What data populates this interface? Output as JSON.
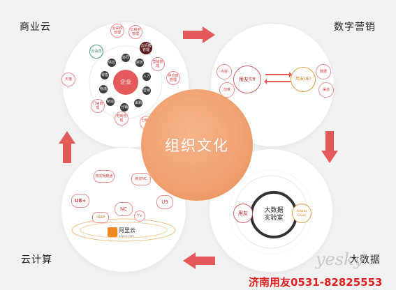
{
  "labels": {
    "top_left": "商业云",
    "top_right": "数字营销",
    "bottom_left": "云计算",
    "bottom_right": "大数据"
  },
  "center": {
    "text": "组织文化"
  },
  "commerce": {
    "core": "企业",
    "satellites": [
      "云采购管理",
      "云税务管理",
      "云招聘管理",
      "营销管理",
      "供应商管理",
      "分销管理",
      "门店管理",
      "电商管理",
      "云会员",
      "天猫"
    ],
    "inner": [
      "协同",
      "财务",
      "人力",
      "营销",
      "采购",
      "分销",
      "制造",
      "物流",
      "零售",
      "供应"
    ]
  },
  "marketing": {
    "left_brand": "用友",
    "left_brand_sub": "优普",
    "right_brand": "用友UEI",
    "left_nodes": [
      "内容",
      "创意"
    ],
    "right_nodes": [
      "数据",
      "渠道"
    ]
  },
  "bigdata": {
    "center_text": "大数据\n实验室",
    "left_brand": "用友",
    "right_brand": "Alibaba Cloud"
  },
  "cloud": {
    "brands": [
      "用友畅捷通",
      "用友NC",
      "U8+",
      "iUAP",
      "NC",
      "U9",
      "阿里云",
      "aliyun.com",
      "T+"
    ],
    "aliyun": "阿里云",
    "aliyun_url": "aliyun.com"
  },
  "watermark": "yesky",
  "footer": "济南用友0531-82825553",
  "colors": {
    "accent": "#e45a5a",
    "orange": "#f0a070",
    "red_text": "#e02020"
  }
}
